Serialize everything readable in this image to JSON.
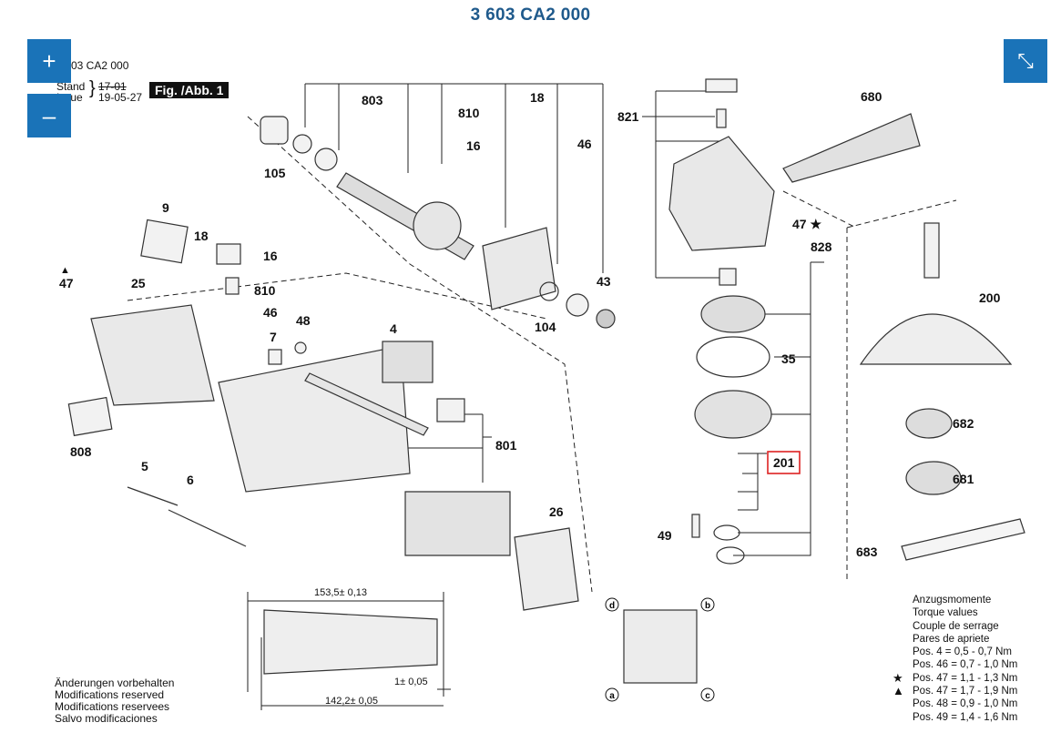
{
  "header": {
    "title": "3 603 CA2 000",
    "model_code_partial": "03 CA2 000",
    "stand_label": "Stand",
    "issue_label": "Issue",
    "date_old": "17-01",
    "date_new": "19-05-27",
    "figure_label": "Fig. /Abb. 1"
  },
  "controls": {
    "zoom_in": "+",
    "zoom_out": "–",
    "fullscreen": "⤡"
  },
  "part_labels": {
    "p803": "803",
    "p810a": "810",
    "p18a": "18",
    "p16a": "16",
    "p46a": "46",
    "p821": "821",
    "p680": "680",
    "p105": "105",
    "p47a": "47 ★",
    "p9": "9",
    "p18b": "18",
    "p16b": "16",
    "p828": "828",
    "p47b": "47",
    "p25": "25",
    "p810b": "810",
    "p46b": "46",
    "p43": "43",
    "p200": "200",
    "p104": "104",
    "p48": "48",
    "p7": "7",
    "p4": "4",
    "p35": "35",
    "p682": "682",
    "p801": "801",
    "p808": "808",
    "p201": "201",
    "p5": "5",
    "p6": "6",
    "p681": "681",
    "p26": "26",
    "p49": "49",
    "p683": "683",
    "corner_a": "a",
    "corner_b": "b",
    "corner_c": "c",
    "corner_d": "d"
  },
  "dimensions": {
    "overall": "153,5± 0,13",
    "shaft": "1± 0,05",
    "length": "142,2± 0,05"
  },
  "notes": [
    "Änderungen vorbehalten",
    "Modifications reserved",
    "Modifications reservees",
    "Salvo modificaciones"
  ],
  "torque": {
    "heading": [
      "Anzugsmomente",
      "Torque values",
      "Couple de serrage",
      "Pares de apriete"
    ],
    "rows": [
      {
        "mark": "",
        "text": "Pos.   4 = 0,5 - 0,7 Nm"
      },
      {
        "mark": "",
        "text": "Pos. 46 = 0,7 - 1,0 Nm"
      },
      {
        "mark": "★",
        "text": "Pos. 47 = 1,1 - 1,3 Nm"
      },
      {
        "mark": "▲",
        "text": "Pos. 47 = 1,7 - 1,9 Nm"
      },
      {
        "mark": "",
        "text": "Pos. 48 = 0,9 - 1,0 Nm"
      },
      {
        "mark": "",
        "text": "Pos. 49 = 1,4 - 1,6 Nm"
      }
    ]
  },
  "colors": {
    "title": "#1f5a8c",
    "buttons": "#1a73b8",
    "highlight": "#d22"
  }
}
